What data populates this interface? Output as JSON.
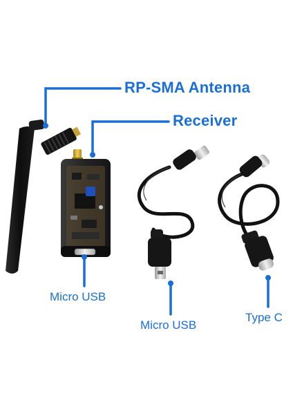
{
  "labels": {
    "antenna": "RP-SMA Antenna",
    "receiver": "Receiver",
    "receiver_port": "Micro USB",
    "cable_micro": "Micro USB",
    "cable_typec": "Type C"
  },
  "colors": {
    "label": "#1a6fd6",
    "leader_line": "#1a6fd6",
    "background": "#ffffff",
    "antenna": "#111111",
    "cable": "#121212",
    "receiver_shell": "#2a2a2a",
    "metal_connector": "#cfcfcf"
  },
  "objects": [
    "rp-sma-antenna",
    "receiver-dongle",
    "micro-usb-cable",
    "type-c-cable"
  ]
}
